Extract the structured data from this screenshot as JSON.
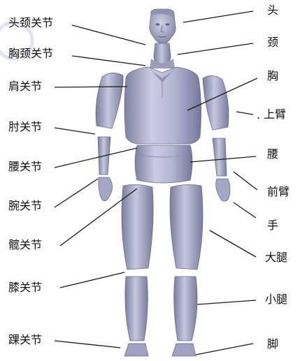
{
  "colors": {
    "background": "#ffffff",
    "body_light": "#c6c9df",
    "body_mid": "#a5a8c6",
    "body_dark": "#6f7291",
    "leader_line": "#1a1a1a",
    "text": "#111111"
  },
  "labels_left": {
    "head_neck_joint": "头颈关节",
    "chest_neck_joint": "胸颈关节",
    "shoulder_joint": "肩关节",
    "elbow_joint": "肘关节",
    "waist_joint": "腰关节",
    "wrist_joint": "腕关节",
    "hip_joint": "髋关节",
    "knee_joint": "膝关节",
    "ankle_joint": "踝关节"
  },
  "labels_right": {
    "head": "头",
    "neck": "颈",
    "chest": "胸",
    "upper_arm": "上臂",
    "waist": "腰",
    "forearm": "前臂",
    "hand": "手",
    "thigh": "大腿",
    "shank": "小腿",
    "foot": "脚"
  },
  "marks": {
    "upper_arm_dot": "."
  }
}
